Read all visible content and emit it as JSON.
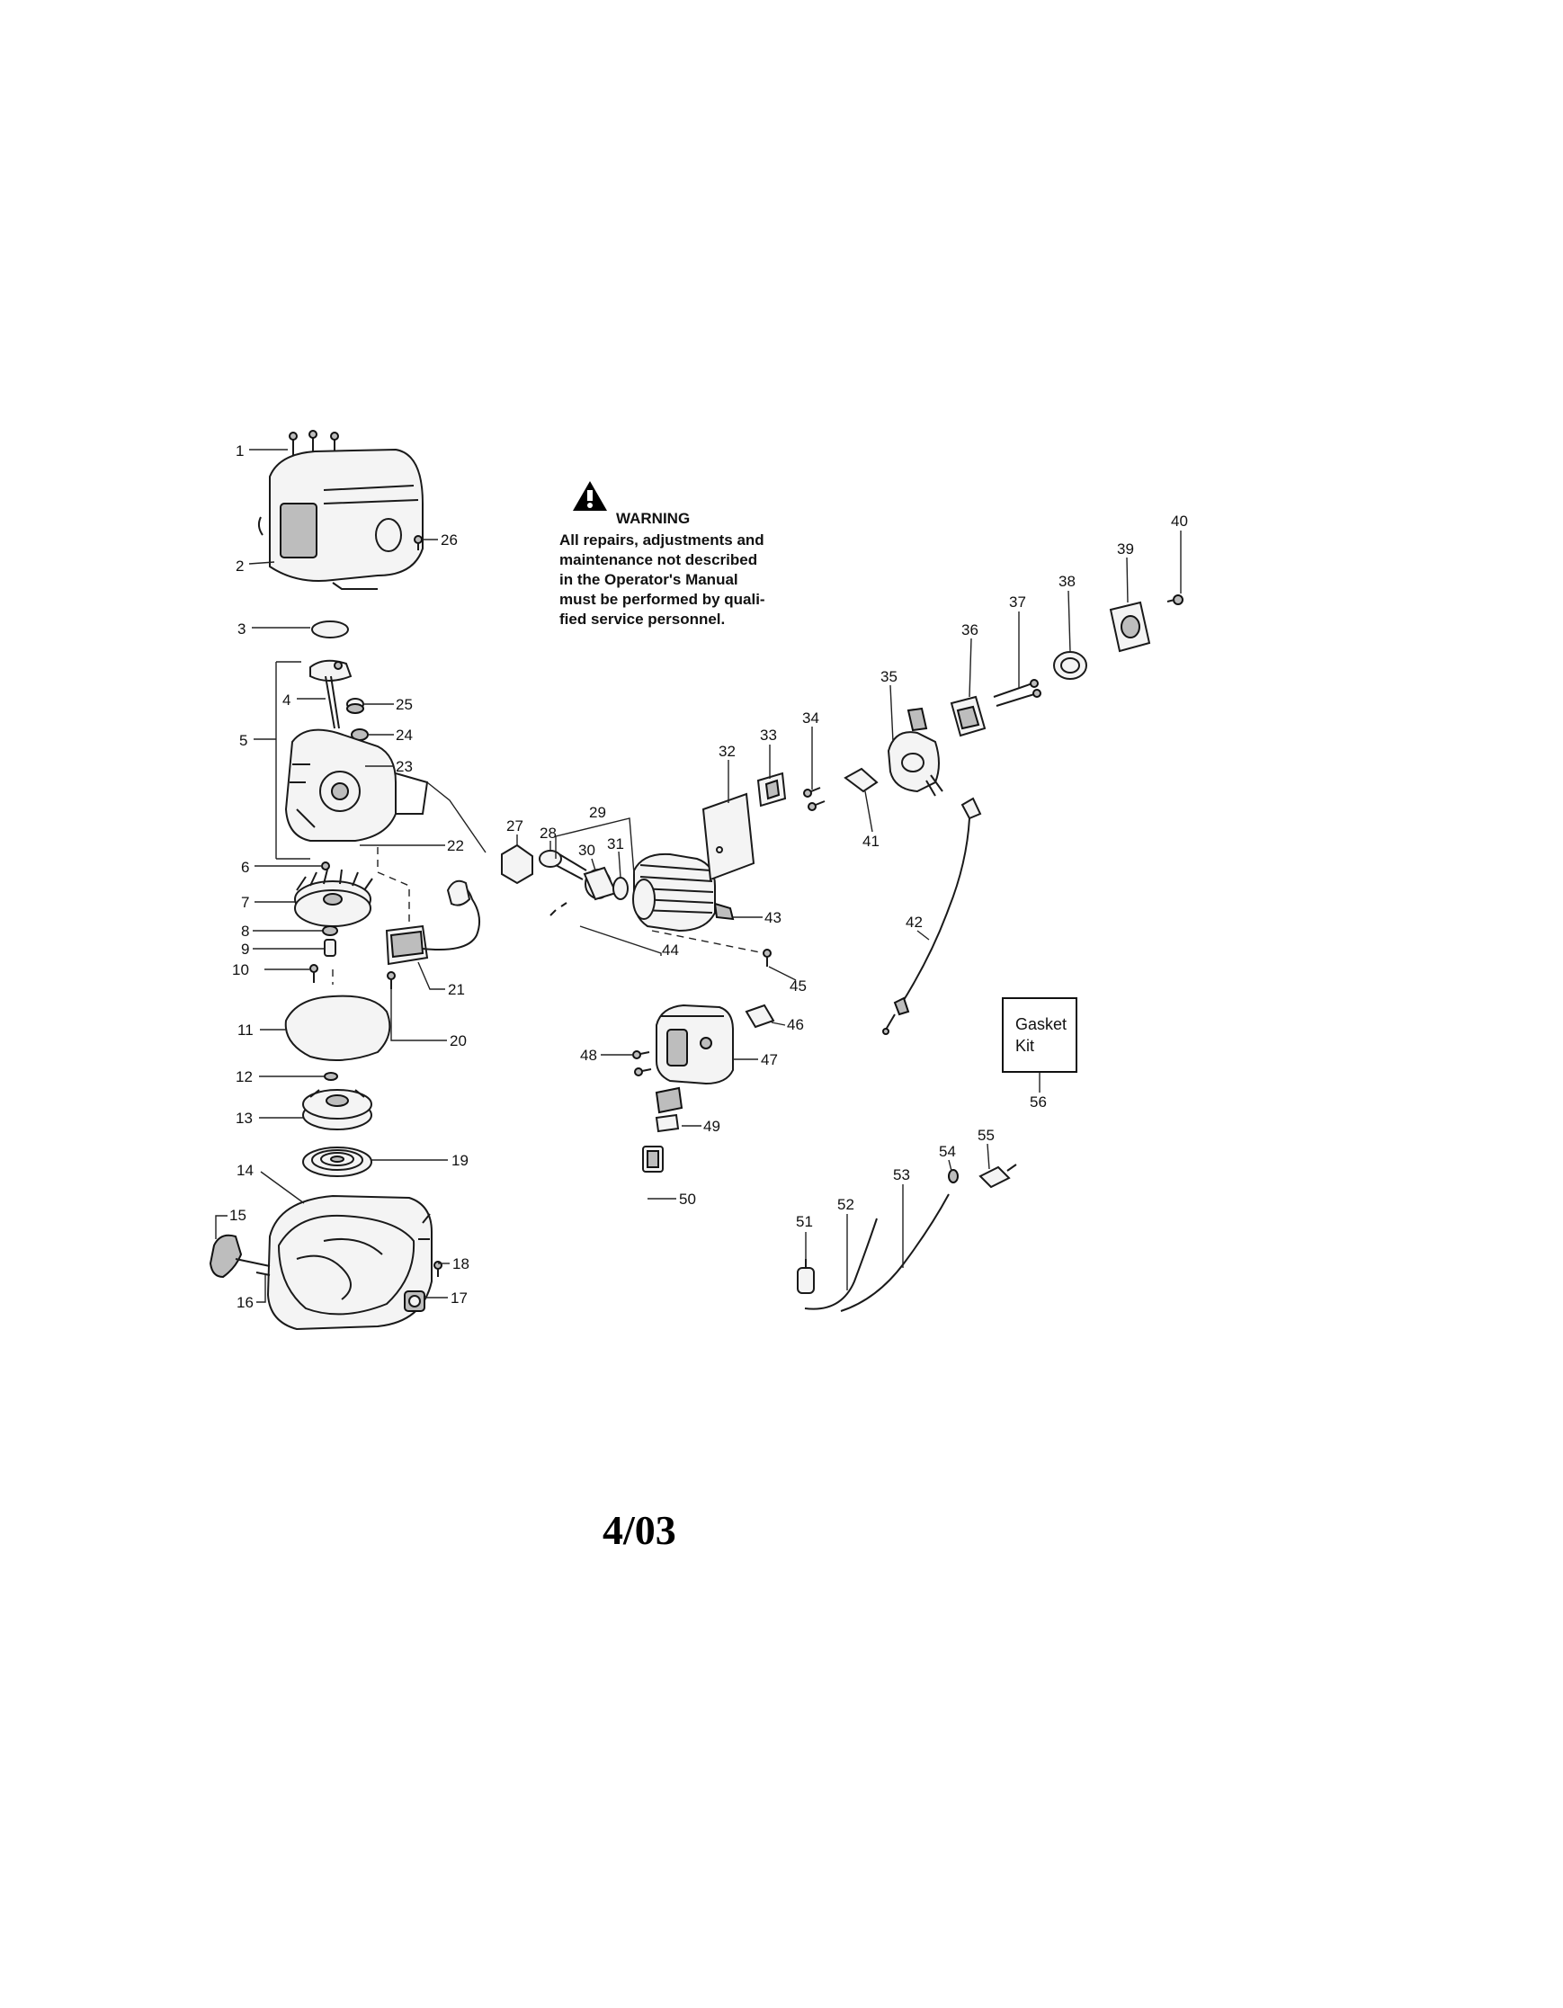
{
  "warning": {
    "title": "WARNING",
    "lines": [
      "All repairs, adjustments and",
      "maintenance not described",
      "in the Operator's Manual",
      "must be performed by quali-",
      "fied service personnel."
    ]
  },
  "gasket_kit": {
    "lines": [
      "Gasket",
      "Kit"
    ],
    "number": "56"
  },
  "date": "4/03",
  "callouts": [
    "1",
    "2",
    "3",
    "4",
    "5",
    "6",
    "7",
    "8",
    "9",
    "10",
    "11",
    "12",
    "13",
    "14",
    "15",
    "16",
    "17",
    "18",
    "19",
    "20",
    "21",
    "22",
    "23",
    "24",
    "25",
    "26",
    "27",
    "28",
    "29",
    "30",
    "31",
    "32",
    "33",
    "34",
    "35",
    "36",
    "37",
    "38",
    "39",
    "40",
    "41",
    "42",
    "43",
    "44",
    "45",
    "46",
    "47",
    "48",
    "49",
    "50",
    "51",
    "52",
    "53",
    "54",
    "55"
  ],
  "icons": {
    "warning": "warning-triangle-icon"
  }
}
